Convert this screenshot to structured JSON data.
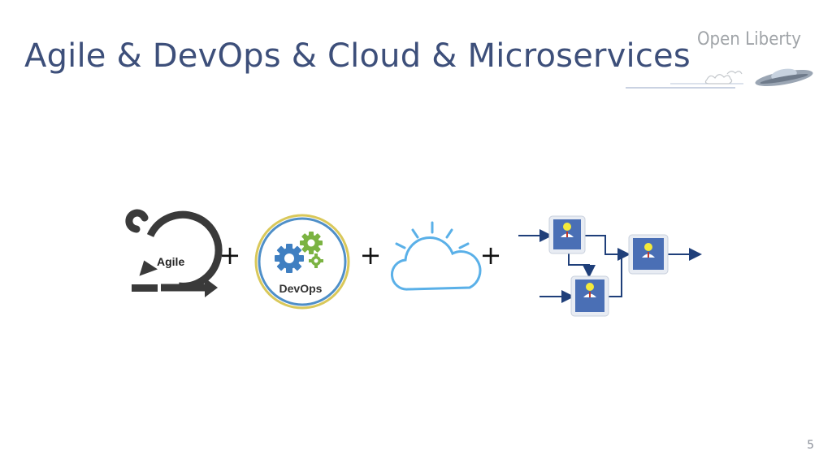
{
  "title": "Agile & DevOps & Cloud & Microservices",
  "logo": {
    "text": "Open Liberty",
    "icon": "ufo-icon"
  },
  "icons": {
    "agile": {
      "label": "Agile",
      "icon": "agile-cycle-icon"
    },
    "devops": {
      "label": "DevOps",
      "icon": "gears-icon"
    },
    "cloud": {
      "icon": "cloud-icon"
    },
    "microservices": {
      "icon": "microservice-network-icon"
    }
  },
  "operators": [
    "+",
    "+",
    "+"
  ],
  "slide_number": "5",
  "colors": {
    "title": "#3d4f7a",
    "devops_ring": "#4f8fc8",
    "gear_blue": "#3f7fc1",
    "gear_green": "#7bb342",
    "cloud": "#5ab0e8",
    "service_blue": "#4a6fb5",
    "arrow": "#1f3f7a"
  }
}
